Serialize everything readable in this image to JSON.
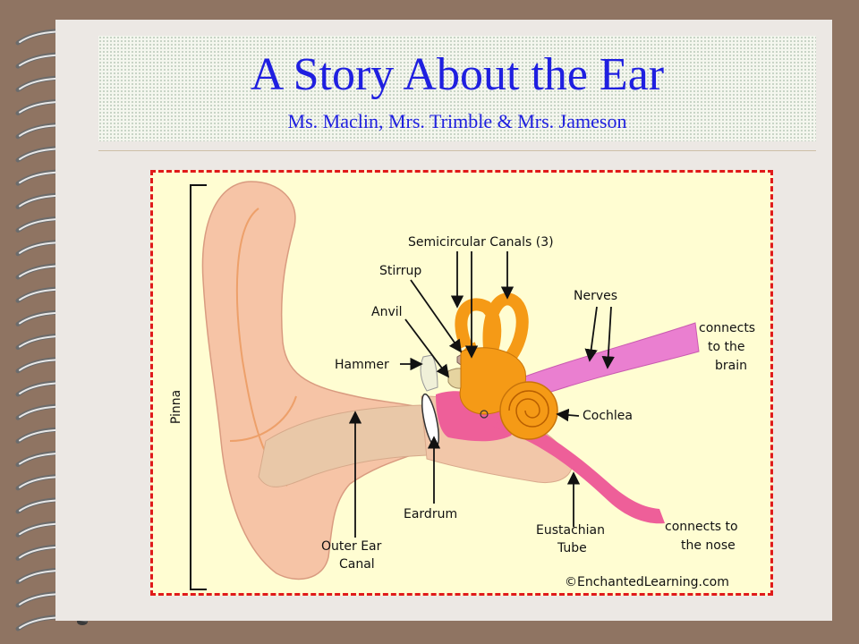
{
  "slide": {
    "title": "A Story About the Ear",
    "subtitle": "Ms. Maclin, Mrs. Trimble & Mrs. Jameson"
  },
  "diagram": {
    "labels": {
      "semicircular": "Semicircular Canals (3)",
      "stirrup": "Stirrup",
      "nerves": "Nerves",
      "anvil": "Anvil",
      "hammer": "Hammer",
      "pinna": "Pinna",
      "brain_1": "connects",
      "brain_2": "to the",
      "brain_3": "brain",
      "cochlea": "Cochlea",
      "eardrum": "Eardrum",
      "canal_1": "Outer Ear",
      "canal_2": "Canal",
      "tube_1": "Eustachian",
      "tube_2": "Tube",
      "nose_1": "connects to",
      "nose_2": "the nose",
      "credit": "©EnchantedLearning.com"
    }
  },
  "colors": {
    "background": "#8f7462",
    "page": "#ece8e4",
    "title": "#1f1fe0",
    "diagram_bg": "#fffdd2",
    "border": "#e01a1a",
    "skin": "#f6c4a6",
    "canal": "#e9c8a8",
    "pink": "#ee5f99",
    "orange": "#f59a16"
  }
}
